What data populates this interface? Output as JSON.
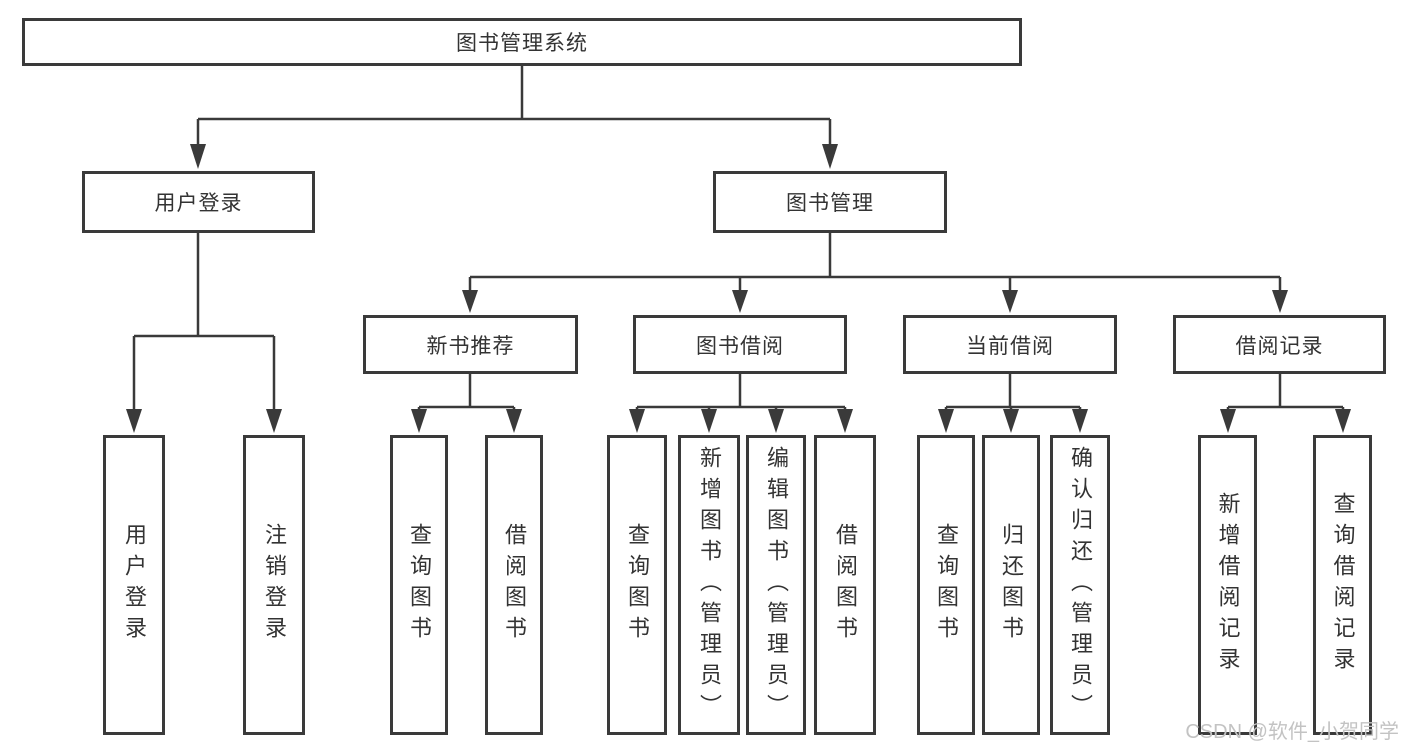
{
  "tree": {
    "label": "图书管理系统",
    "children": [
      {
        "label": "用户登录",
        "children": [
          {
            "label": "用户登录"
          },
          {
            "label": "注销登录"
          }
        ]
      },
      {
        "label": "图书管理",
        "children": [
          {
            "label": "新书推荐",
            "children": [
              {
                "label": "查询图书"
              },
              {
                "label": "借阅图书"
              }
            ]
          },
          {
            "label": "图书借阅",
            "children": [
              {
                "label": "查询图书"
              },
              {
                "label": "新增图书（管理员）"
              },
              {
                "label": "编辑图书（管理员）"
              },
              {
                "label": "借阅图书"
              }
            ]
          },
          {
            "label": "当前借阅",
            "children": [
              {
                "label": "查询图书"
              },
              {
                "label": "归还图书"
              },
              {
                "label": "确认归还（管理员）"
              }
            ]
          },
          {
            "label": "借阅记录",
            "children": [
              {
                "label": "新增借阅记录"
              },
              {
                "label": "查询借阅记录"
              }
            ]
          }
        ]
      }
    ]
  },
  "watermark": "CSDN @软件_小贺同学",
  "colors": {
    "line": "#3a3a3a",
    "text": "#333333",
    "watermark": "#c3c3c3",
    "background": "#ffffff"
  }
}
